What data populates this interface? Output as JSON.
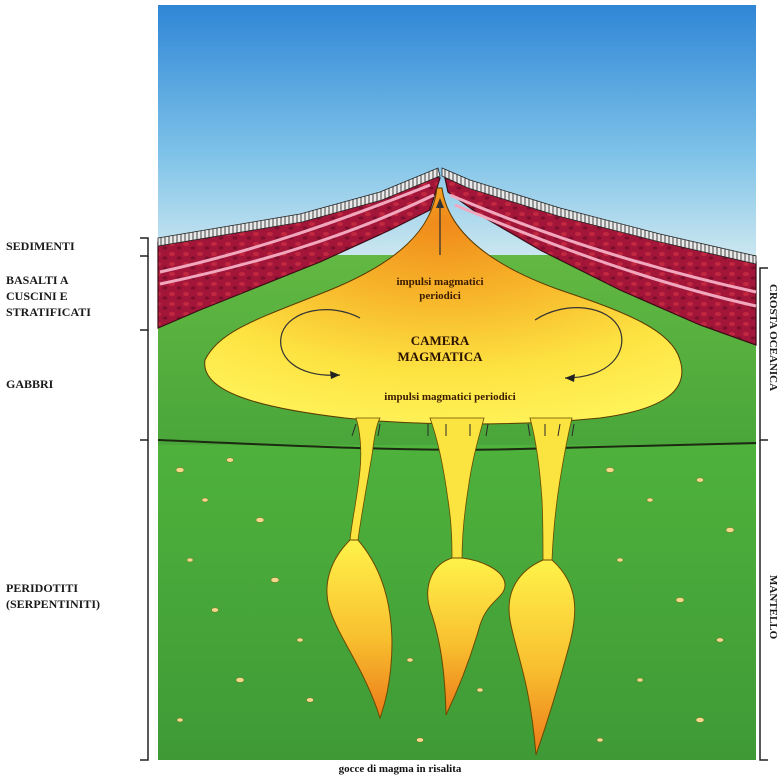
{
  "labels": {
    "sedimenti": "SEDIMENTI",
    "basalti": [
      "BASALTI A",
      "CUSCINI E",
      "STRATIFICATI"
    ],
    "gabbri": "GABBRI",
    "peridotiti": [
      "PERIDOTITI",
      "(SERPENTINITI)"
    ]
  },
  "right_labels": {
    "crosta": "CROSTA OCEANICA",
    "mantello": "MANTELLO"
  },
  "diagram_text": {
    "impulsi_top": [
      "impulsi magmatici",
      "periodici"
    ],
    "camera": [
      "CAMERA",
      "MAGMATICA"
    ],
    "impulsi_bottom": "impulsi magmatici periodici",
    "caption": "gocce di magma in risalita"
  },
  "colors": {
    "sky_top": "#2f86d6",
    "sky_bottom": "#cfe6f0",
    "crust_green": "#4caf3a",
    "mantle_green": "#3f9b36",
    "basalt_red": "#a3163a",
    "magma_yellow": "#fff24a",
    "magma_orange": "#f39a1e"
  }
}
